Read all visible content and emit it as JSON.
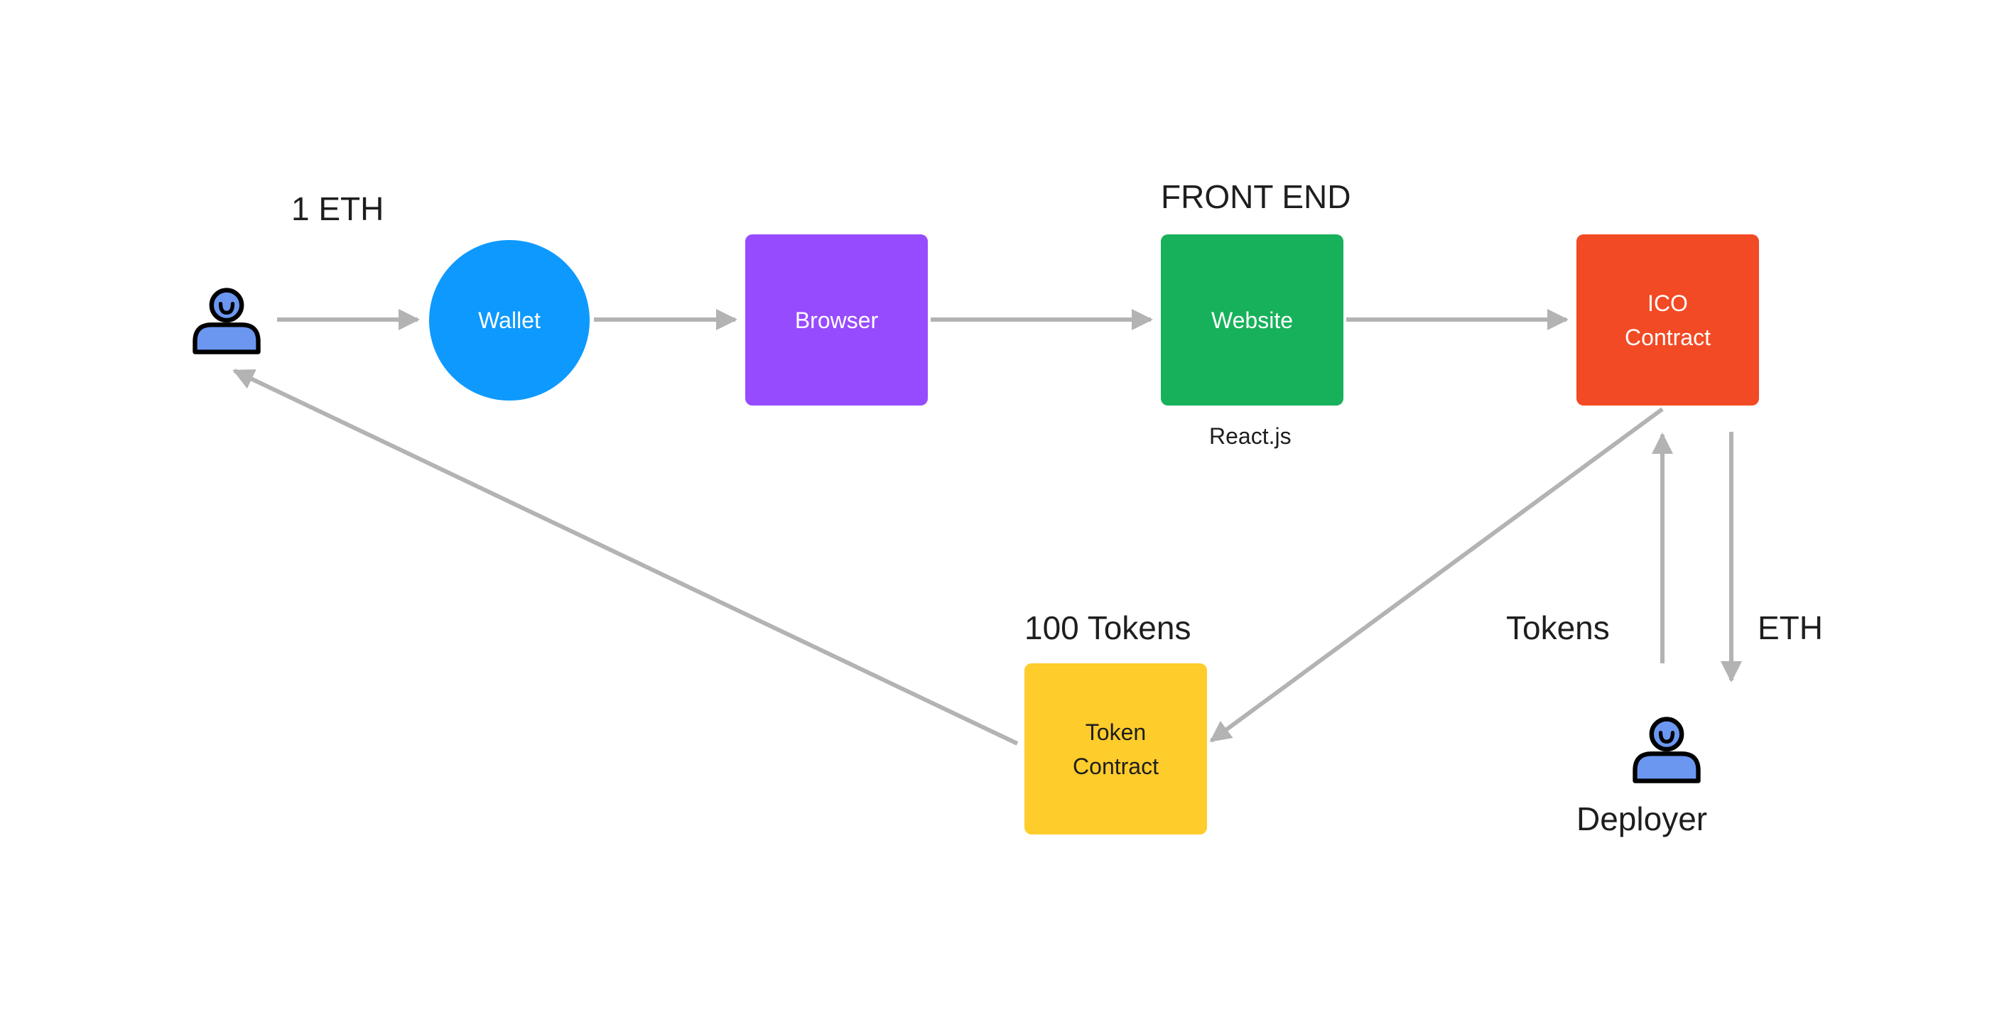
{
  "colors": {
    "wallet": "#0e99fe",
    "browser": "#974bff",
    "website": "#18b15b",
    "ico_contract": "#f24a24",
    "token_contract": "#fecc2b",
    "connector": "#b3b3b3",
    "text_dark": "#1e1e1e",
    "actor_fill": "#6b97f1"
  },
  "nodes": {
    "wallet": {
      "label": "Wallet",
      "shape": "circle"
    },
    "browser": {
      "label": "Browser",
      "shape": "rounded-rect"
    },
    "website": {
      "label": "Website",
      "shape": "rounded-rect"
    },
    "ico_contract": {
      "label": "ICO\nContract",
      "shape": "rounded-rect"
    },
    "token_contract": {
      "label": "Token\nContract",
      "shape": "rounded-rect"
    }
  },
  "labels": {
    "one_eth": "1 ETH",
    "front_end": "FRONT END",
    "react": "React.js",
    "hundred_tokens": "100 Tokens",
    "tokens": "Tokens",
    "eth": "ETH",
    "deployer": "Deployer"
  },
  "actors": {
    "user": {
      "icon": "user-icon"
    },
    "deployer": {
      "icon": "user-icon"
    }
  },
  "edges": [
    {
      "from": "user",
      "to": "wallet"
    },
    {
      "from": "wallet",
      "to": "browser"
    },
    {
      "from": "browser",
      "to": "website"
    },
    {
      "from": "website",
      "to": "ico_contract"
    },
    {
      "from": "ico_contract",
      "to": "token_contract"
    },
    {
      "from": "token_contract",
      "to": "user"
    },
    {
      "from": "deployer",
      "to": "ico_contract",
      "label": "Tokens"
    },
    {
      "from": "ico_contract",
      "to": "deployer",
      "label": "ETH"
    }
  ]
}
